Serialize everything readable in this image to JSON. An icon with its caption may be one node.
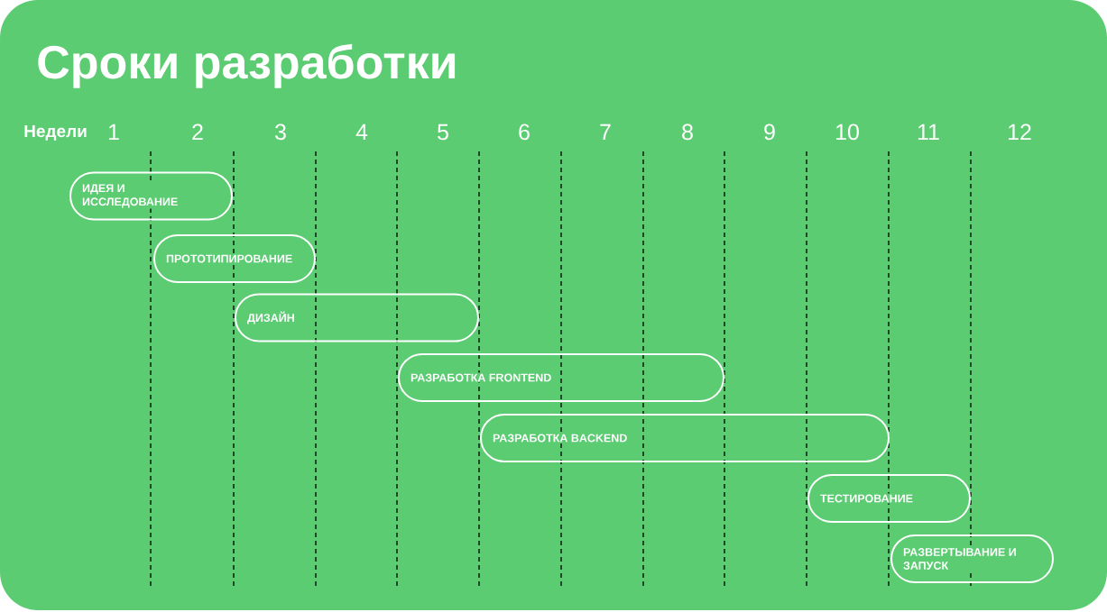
{
  "diagram": {
    "title": "Сроки разработки",
    "nodes": [
      {
        "text": [
          "ИДЕЯ И ИССЛЕДОВАНИЕ"
        ]
      },
      {
        "text": [
          "ПРОТОТИПИРОВАНИЕ"
        ]
      },
      {
        "text": [
          "ДИЗАЙН"
        ]
      },
      {
        "text": [
          "РАЗРАБОТКА FRONTEND"
        ]
      },
      {
        "text": [
          "РАЗРАБОТКА BACKEND"
        ]
      },
      {
        "text": [
          "ТЕСТИРОВАНИЕ"
        ]
      },
      {
        "text": [
          "РАЗВЕРТЫВАНИЕ И ЗАПУСК"
        ]
      }
    ],
    "labels": [
      "Недели",
      "1",
      "2",
      "3",
      "4",
      "5",
      "6",
      "7",
      "8",
      "9",
      "10",
      "11",
      "12"
    ]
  }
}
